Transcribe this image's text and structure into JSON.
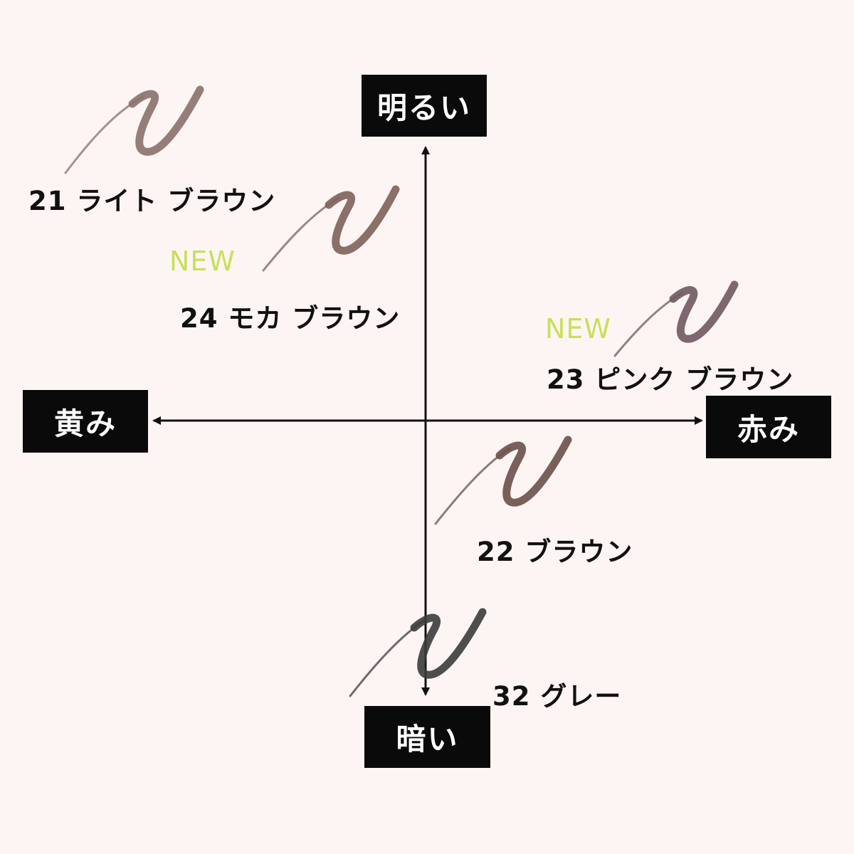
{
  "axes": {
    "top": "明るい",
    "bottom": "暗い",
    "left": "黄み",
    "right": "赤み"
  },
  "badge": "NEW",
  "colors": {
    "axis_line": "#111111",
    "box_bg": "#0a0a0a",
    "box_text": "#ffffff",
    "background": "#fdf5f3",
    "new_badge": "#c8e05c"
  },
  "shades": [
    {
      "label": "21 ライト ブラウン",
      "color": "#8a716c",
      "new": false
    },
    {
      "label": "24 モカ ブラウン",
      "color": "#7d6259",
      "new": true
    },
    {
      "label": "23 ピンク ブラウン",
      "color": "#6f5960",
      "new": true
    },
    {
      "label": "22 ブラウン",
      "color": "#6a5049",
      "new": false
    },
    {
      "label": "32 グレー",
      "color": "#3c3c3c",
      "new": false
    }
  ]
}
